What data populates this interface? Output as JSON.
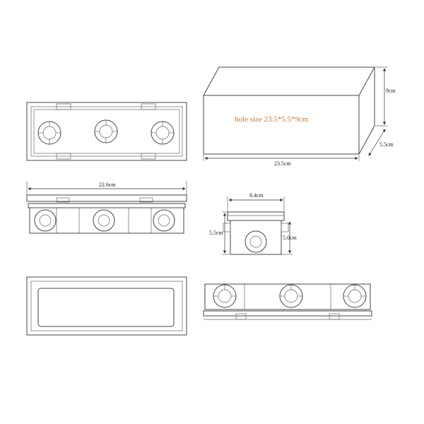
{
  "note": {
    "text": "hole size 23.5*5.5*9cm",
    "color": "#c8783c"
  },
  "dims": {
    "height": "9cm",
    "depth": "5.5cm",
    "length": "23.5cm",
    "inner_length": "22.6cm",
    "end_width": "8.4cm",
    "end_height": "5.5cm",
    "end_inner_height": "5.0cm"
  }
}
